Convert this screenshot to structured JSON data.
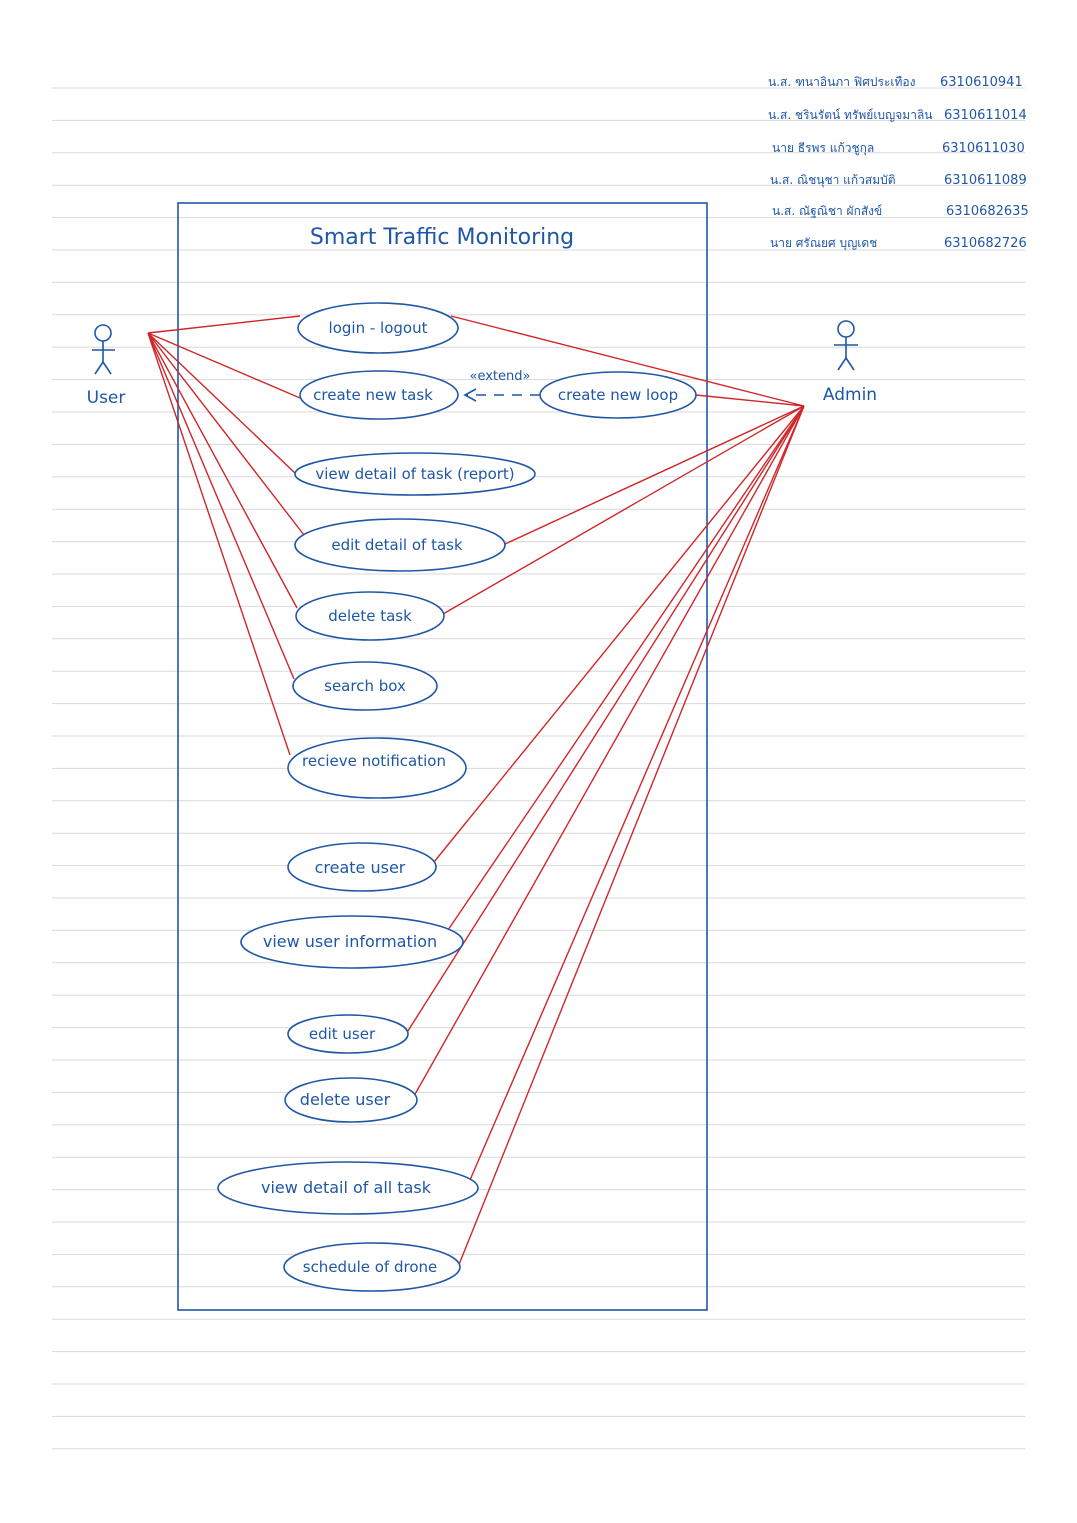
{
  "system": {
    "title": "Smart Traffic Monitoring"
  },
  "actors": [
    {
      "id": "user",
      "label": "User"
    },
    {
      "id": "admin",
      "label": "Admin"
    }
  ],
  "use_cases": [
    {
      "id": "login-logout",
      "label": "login - logout"
    },
    {
      "id": "create-new-task",
      "label": "create new task"
    },
    {
      "id": "create-new-loop",
      "label": "create new loop"
    },
    {
      "id": "view-detail-of-task-report",
      "label": "view detail of task (report)"
    },
    {
      "id": "edit-detail-of-task",
      "label": "edit detail of task"
    },
    {
      "id": "delete-task",
      "label": "delete task"
    },
    {
      "id": "search-box",
      "label": "search box"
    },
    {
      "id": "recieve-notification",
      "label": "recieve notification"
    },
    {
      "id": "create-user",
      "label": "create user"
    },
    {
      "id": "view-user-information",
      "label": "view user information"
    },
    {
      "id": "edit-user",
      "label": "edit user"
    },
    {
      "id": "delete-user",
      "label": "delete user"
    },
    {
      "id": "view-detail-of-all-task",
      "label": "view detail of all task"
    },
    {
      "id": "schedule-of-drone",
      "label": "schedule of drone"
    }
  ],
  "associations": {
    "user": [
      "login-logout",
      "create-new-task",
      "view-detail-of-task-report",
      "edit-detail-of-task",
      "delete-task",
      "search-box",
      "recieve-notification"
    ],
    "admin": [
      "login-logout",
      "create-new-loop",
      "edit-detail-of-task",
      "delete-task",
      "create-user",
      "view-user-information",
      "edit-user",
      "delete-user",
      "view-detail-of-all-task",
      "schedule-of-drone"
    ]
  },
  "extend": {
    "from": "create-new-loop",
    "to": "create-new-task",
    "label": "«extend»"
  },
  "students": [
    {
      "name": "น.ส. ฑนาอินภา ฟิศประเทือง",
      "id": "6310610941"
    },
    {
      "name": "น.ส. ชรินรัตน์ ทรัพย์เบญจมาลิน",
      "id": "6310611014"
    },
    {
      "name": "นาย ธีรพร แก้วชูกุล",
      "id": "6310611030"
    },
    {
      "name": "น.ส. ณิชนุชา แก้วสมบัติ",
      "id": "6310611089"
    },
    {
      "name": "น.ส. ณัฐณิชา ผักสังข์",
      "id": "6310682635"
    },
    {
      "name": "นาย ศรัณยศ บุญเดช",
      "id": "6310682726"
    }
  ],
  "colors": {
    "ink": "#1f57a6",
    "line": "#d0262a",
    "rule": "#d9d9d9"
  }
}
